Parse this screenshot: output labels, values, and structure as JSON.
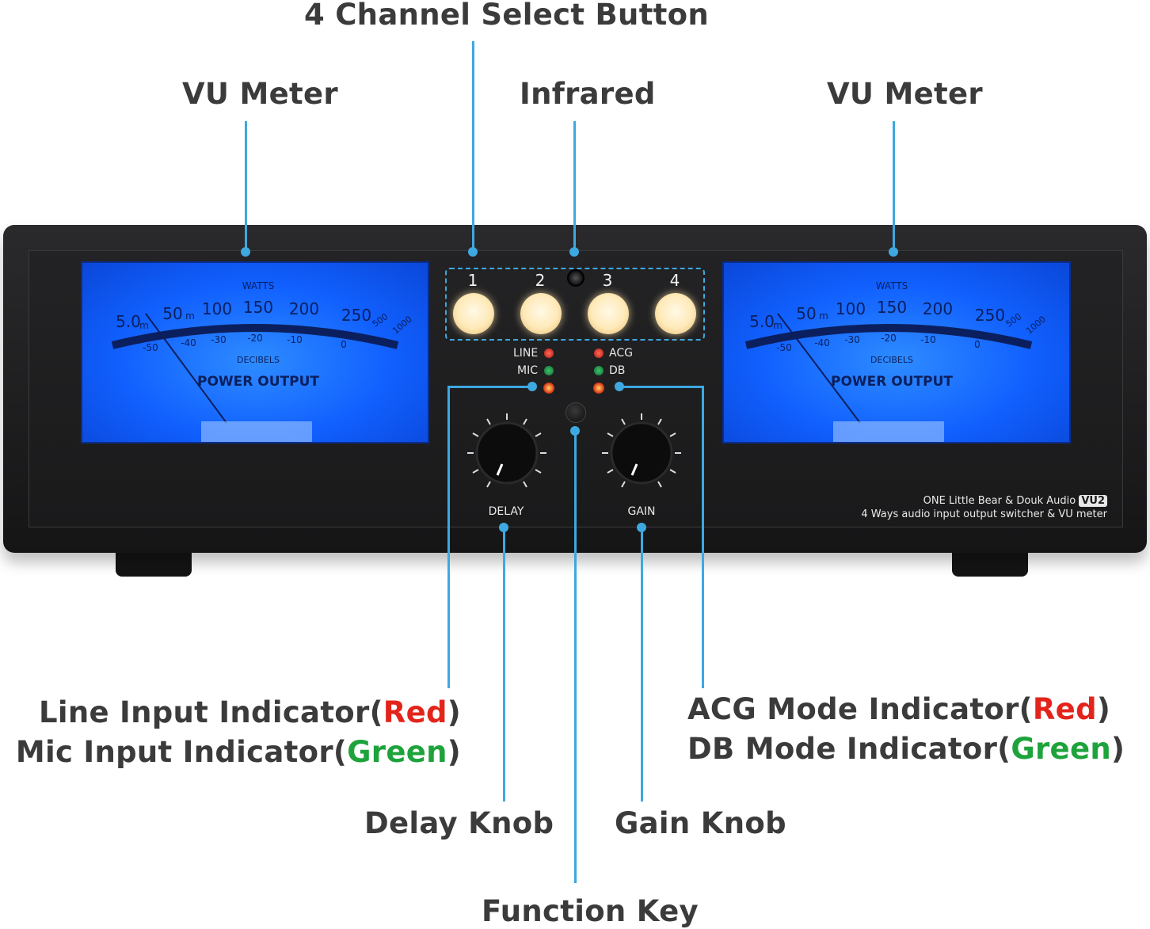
{
  "callouts": {
    "channel_select": "4 Channel Select Button",
    "vu_meter_left": "VU Meter",
    "infrared": "Infrared",
    "vu_meter_right": "VU Meter",
    "line_input_prefix": "Line Input Indicator(",
    "line_input_color": "Red",
    "mic_input_prefix": "Mic Input Indicator(",
    "mic_input_color": "Green",
    "acg_mode_prefix": "ACG Mode Indicator(",
    "acg_mode_color": "Red",
    "db_mode_prefix": "DB Mode Indicator(",
    "db_mode_color": "Green",
    "close_paren": ")",
    "delay_knob": "Delay Knob",
    "gain_knob": "Gain Knob",
    "function_key": "Function Key"
  },
  "meter": {
    "watts": "WATTS",
    "decibels": "DECIBELS",
    "power_output": "POWER OUTPUT",
    "watt_scale": [
      "5.0",
      "50",
      "100",
      "150",
      "200",
      "250",
      "500",
      "1000"
    ],
    "watt_unit": "m",
    "db_scale": [
      "-50",
      "-40",
      "-30",
      "-20",
      "-10",
      "0"
    ]
  },
  "channels": [
    "1",
    "2",
    "3",
    "4"
  ],
  "indicators": {
    "line": "LINE",
    "mic": "MIC",
    "acg": "ACG",
    "db": "DB"
  },
  "knobs": {
    "delay": "DELAY",
    "gain": "GAIN"
  },
  "brand": {
    "line1": "ONE Little Bear & Douk Audio",
    "model": "VU2",
    "line2": "4 Ways audio input output switcher & VU meter"
  },
  "colors": {
    "leader": "#3ea8e0",
    "meter_blue": "#1160ff",
    "indicator_red": "#e3241b",
    "indicator_green": "#1ea33c"
  }
}
